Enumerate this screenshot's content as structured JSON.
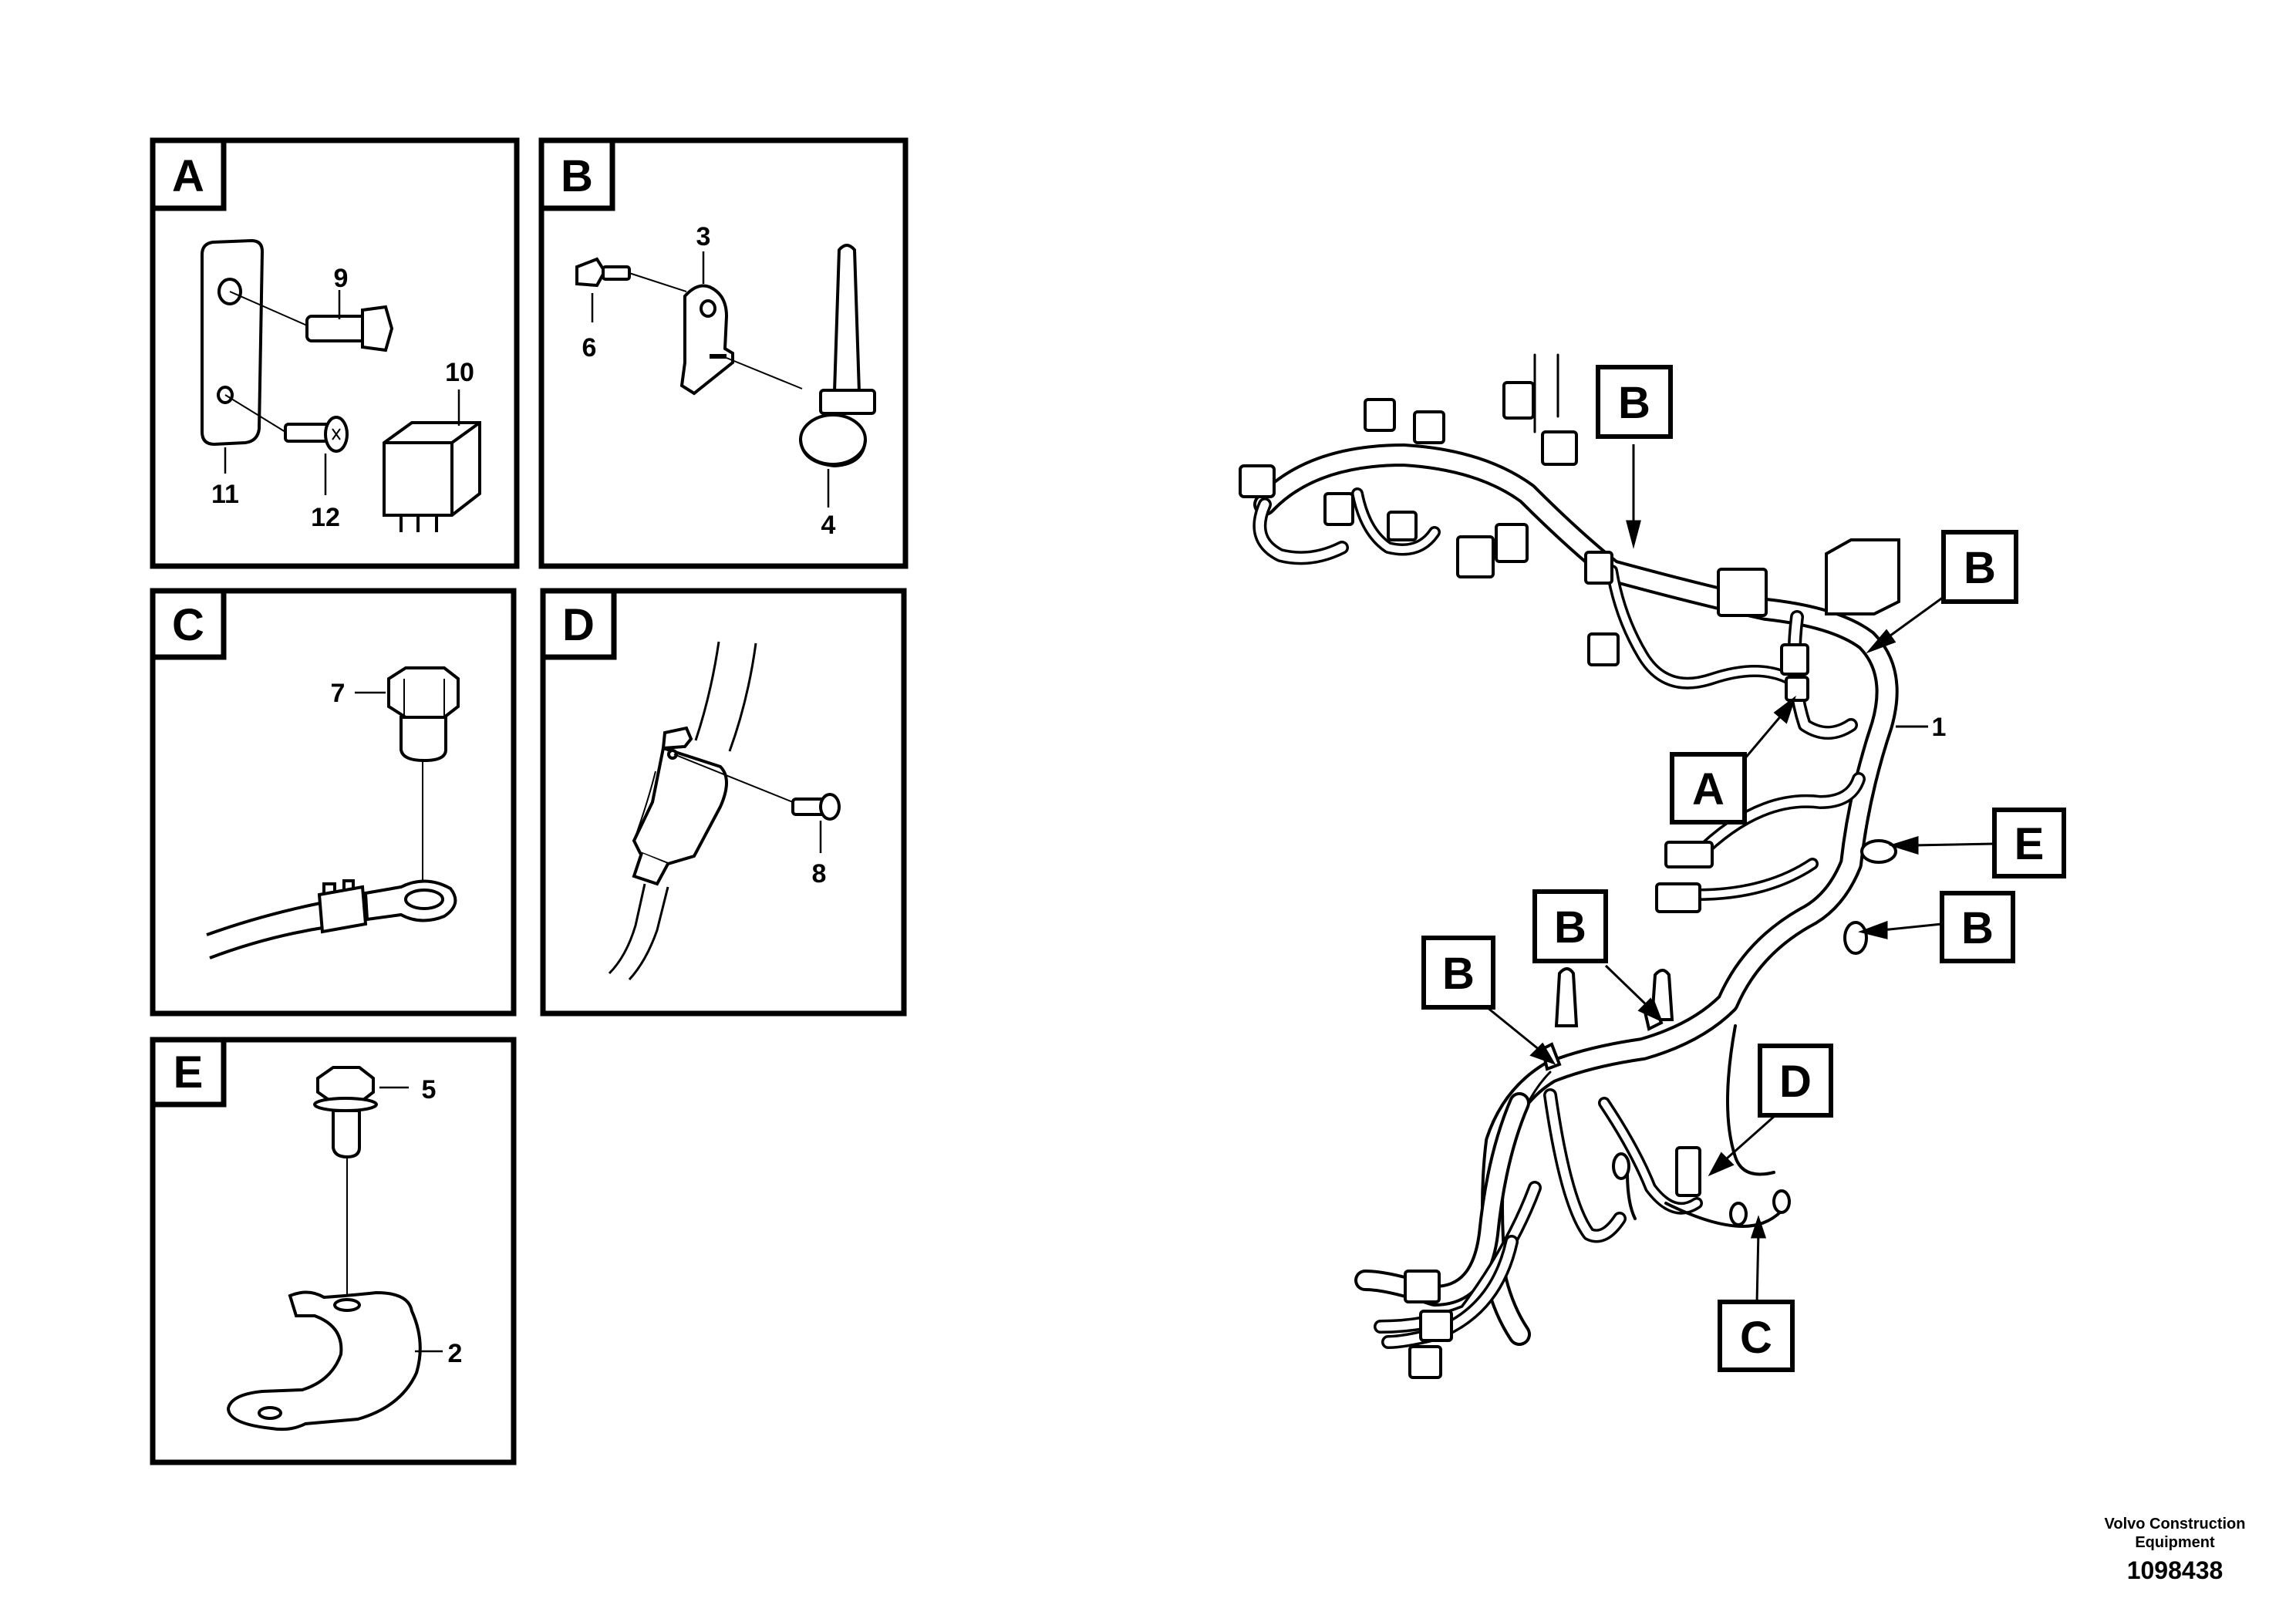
{
  "panels": {
    "A": {
      "letter": "A",
      "parts": [
        "9",
        "10",
        "11",
        "12"
      ]
    },
    "B": {
      "letter": "B",
      "parts": [
        "3",
        "6",
        "4"
      ]
    },
    "C": {
      "letter": "C",
      "parts": [
        "7"
      ]
    },
    "D": {
      "letter": "D",
      "parts": [
        "8"
      ]
    },
    "E": {
      "letter": "E",
      "parts": [
        "5",
        "2"
      ]
    }
  },
  "main": {
    "part_label": "1",
    "callouts": [
      "B",
      "B",
      "A",
      "E",
      "B",
      "B",
      "B",
      "D",
      "C"
    ]
  },
  "credit": {
    "company_line1": "Volvo Construction",
    "company_line2": "Equipment",
    "drawing_number": "1098438"
  }
}
